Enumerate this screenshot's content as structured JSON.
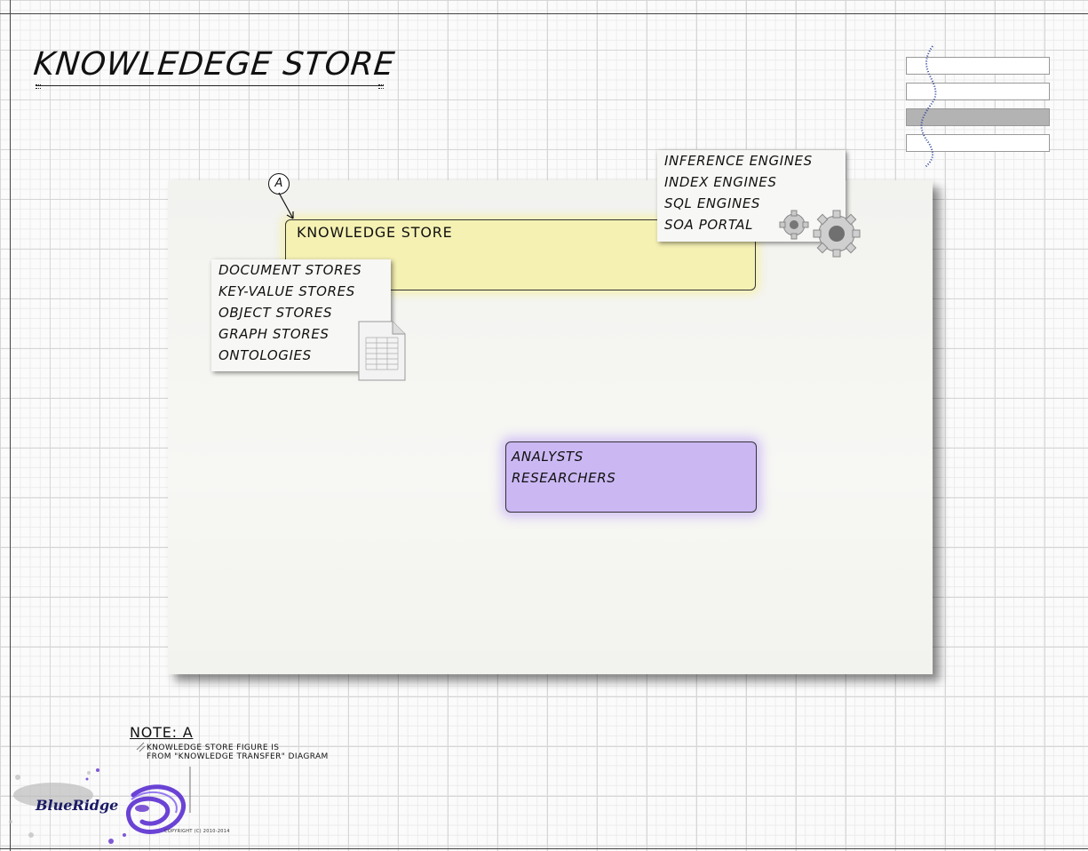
{
  "page_title": "KNOWLEDEGE STORE",
  "engines": [
    "INFERENCE ENGINES",
    "INDEX ENGINES",
    "SQL ENGINES",
    "SOA PORTAL"
  ],
  "knowledge_store_label": "KNOWLEDGE STORE",
  "stores": [
    "DOCUMENT STORES",
    "KEY-VALUE STORES",
    "OBJECT STORES",
    "GRAPH STORES",
    "ONTOLOGIES"
  ],
  "users": [
    "ANALYSTS",
    "RESEARCHERS"
  ],
  "callout_marker": "A",
  "note": {
    "heading": "NOTE: A",
    "lines": [
      "KNOWLEDGE STORE FIGURE IS",
      "FROM \"KNOWLEDGE TRANSFER\" DIAGRAM"
    ]
  },
  "logo_text": "BlueRidge",
  "copyright": "COPYRIGHT (C) 2010-2014",
  "colors": {
    "knowledge_store_fill": "#f5f1b3",
    "users_fill": "#cbb8f3",
    "logo_splash": "#6a3ccf"
  }
}
